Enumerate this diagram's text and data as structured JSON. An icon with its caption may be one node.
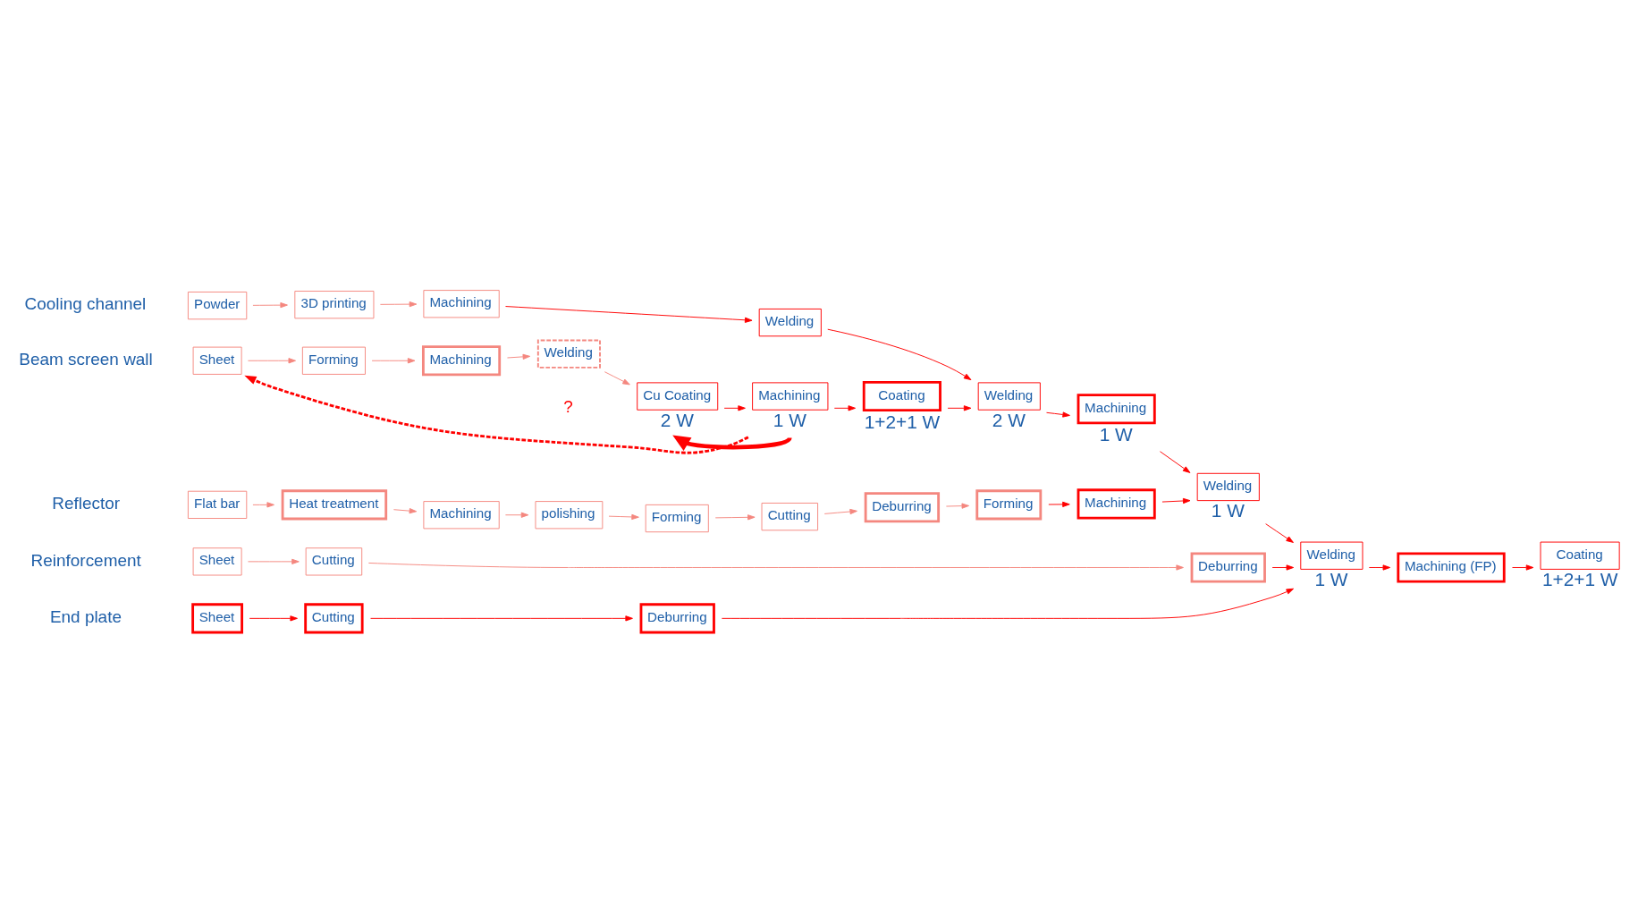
{
  "diagram": {
    "nodes": [
      {
        "text": [
          "Powder"
        ]
      },
      {
        "text": [
          "3D printing"
        ]
      },
      {
        "text": [
          "Machining"
        ]
      },
      {
        "text": [
          "Welding"
        ]
      },
      {
        "text": [
          "Sheet"
        ]
      },
      {
        "text": [
          "Forming"
        ]
      },
      {
        "text": [
          "Machining"
        ]
      },
      {
        "text": [
          "Welding"
        ]
      },
      {
        "text": [
          "Cu Coating"
        ],
        "beside": [
          "2 W"
        ]
      },
      {
        "text": [
          "Machining"
        ],
        "beside": [
          "1 W"
        ]
      },
      {
        "text": [
          "Coating"
        ],
        "beside": [
          "1+2+1 W"
        ]
      },
      {
        "text": [
          "Welding"
        ],
        "beside": [
          "2 W"
        ]
      },
      {
        "text": [
          "Machining"
        ],
        "beside": [
          "1 W"
        ]
      },
      {
        "text": [
          "Welding"
        ],
        "beside": [
          "1 W"
        ]
      },
      {
        "text": [
          "Flat bar"
        ]
      },
      {
        "text": [
          "Heat treatment"
        ]
      },
      {
        "text": [
          "Machining"
        ]
      },
      {
        "text": [
          "polishing"
        ]
      },
      {
        "text": [
          "Forming"
        ]
      },
      {
        "text": [
          "Cutting"
        ]
      },
      {
        "text": [
          "Deburring"
        ]
      },
      {
        "text": [
          "Forming"
        ]
      },
      {
        "text": [
          "Machining"
        ]
      },
      {
        "text": [
          "Welding"
        ],
        "beside": [
          "1 W"
        ]
      },
      {
        "text": [
          "Machining (FP)"
        ]
      },
      {
        "text": [
          "Coating"
        ],
        "beside": [
          "1+2+1 W"
        ]
      },
      {
        "text": [
          "Sheet"
        ]
      },
      {
        "text": [
          "Cutting"
        ]
      },
      {
        "text": [
          "Deburring"
        ]
      },
      {
        "text": [
          "Sheet"
        ]
      },
      {
        "text": [
          "Cutting"
        ]
      },
      {
        "text": [
          "Deburring"
        ]
      }
    ],
    "edges": [
      {
        "from": 0,
        "to": 1,
        "arrow": "to",
        "color": "#f4877f"
      },
      {
        "from": 1,
        "to": 2,
        "arrow": "to",
        "color": "#f4877f"
      },
      {
        "from": 2,
        "to": 3,
        "arrow": "to"
      },
      {
        "from": 3,
        "to": 11,
        "arrow": "to"
      },
      {
        "from": 4,
        "to": 5,
        "arrow": "to",
        "color": "#f4877f"
      },
      {
        "from": 5,
        "to": 6,
        "arrow": "to",
        "color": "#f4877f"
      },
      {
        "from": 6,
        "to": 7,
        "arrow": "to",
        "color": "#f4877f"
      },
      {
        "from": 7,
        "to": 8,
        "arrow": "to",
        "color": "#f4877f"
      },
      {
        "from": 8,
        "to": 9,
        "arrow": "to"
      },
      {
        "from": 9,
        "to": 10,
        "arrow": "to"
      },
      {
        "from": 10,
        "to": 11,
        "arrow": "to"
      },
      {
        "from": 11,
        "to": 12,
        "arrow": "to"
      },
      {
        "from": 12,
        "to": 13,
        "arrow": "to"
      },
      {
        "from": 9,
        "to": 8,
        "arrow": "to",
        "style": "thick"
      },
      {
        "from": 9,
        "to": 4,
        "arrow": "to",
        "style": "dashed"
      },
      {
        "from": 13,
        "to": 23,
        "arrow": "to"
      },
      {
        "from": 14,
        "to": 15,
        "arrow": "to",
        "color": "#f4877f"
      },
      {
        "from": 15,
        "to": 16,
        "arrow": "to",
        "color": "#f4877f"
      },
      {
        "from": 16,
        "to": 17,
        "arrow": "to",
        "color": "#f4877f"
      },
      {
        "from": 17,
        "to": 18,
        "arrow": "to",
        "color": "#f4877f"
      },
      {
        "from": 18,
        "to": 19,
        "arrow": "to",
        "color": "#f4877f"
      },
      {
        "from": 19,
        "to": 20,
        "arrow": "to",
        "color": "#f4877f"
      },
      {
        "from": 20,
        "to": 21,
        "arrow": "to",
        "color": "#f4877f"
      },
      {
        "from": 21,
        "to": 22,
        "arrow": "to"
      },
      {
        "from": 22,
        "to": 13,
        "arrow": "to"
      },
      {
        "from": 23,
        "to": 24,
        "arrow": "to"
      },
      {
        "from": 24,
        "to": 25,
        "arrow": "to"
      },
      {
        "from": 26,
        "to": 27,
        "arrow": "to",
        "color": "#f4877f"
      },
      {
        "from": 27,
        "to": 28,
        "arrow": "to",
        "color": "#f4877f"
      },
      {
        "from": 28,
        "to": 23,
        "arrow": "to"
      },
      {
        "from": 29,
        "to": 30,
        "arrow": "to"
      },
      {
        "from": 30,
        "to": 31,
        "arrow": "to"
      },
      {
        "from": 31,
        "to": 23,
        "arrow": "to"
      }
    ],
    "labels": [
      "Cooling channel",
      "Beam screen wall",
      "?",
      "Reflector",
      "Reinforcement",
      "End plate"
    ]
  }
}
